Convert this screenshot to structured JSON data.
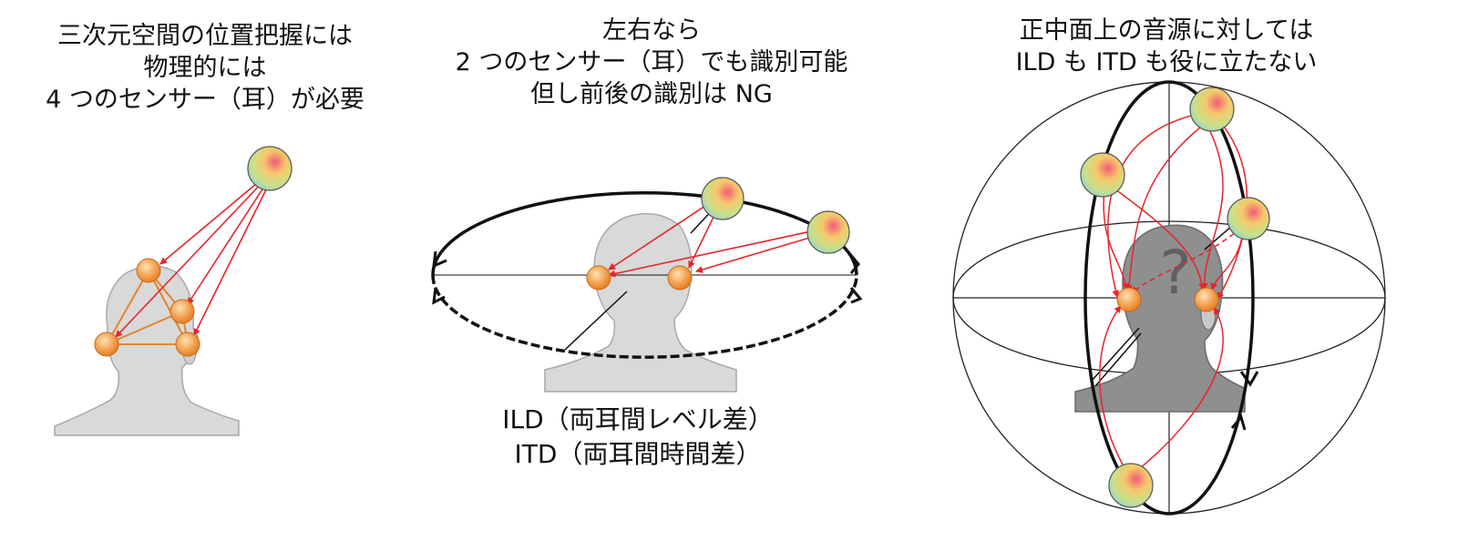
{
  "panels": {
    "left": {
      "caption": [
        "三次元空間の位置把握には",
        "物理的には",
        "4 つのセンサー（耳）が必要"
      ]
    },
    "middle": {
      "caption": [
        "左右なら",
        "2 つのセンサー（耳）でも識別可能",
        "但し前後の識別は NG"
      ],
      "labels": [
        "ILD（両耳間レベル差）",
        "ITD（両耳間時間差）"
      ]
    },
    "right": {
      "caption": [
        "正中面上の音源に対しては",
        "ILD も ITD も役に立たない"
      ],
      "question_mark": "?"
    }
  },
  "colors": {
    "arrow": "#e8242a",
    "sensor": "#f2a24a",
    "sensor_link": "#e7832c",
    "head": "#d9d9d9",
    "head_dark": "#8f8f8f",
    "outline": "#111111"
  }
}
